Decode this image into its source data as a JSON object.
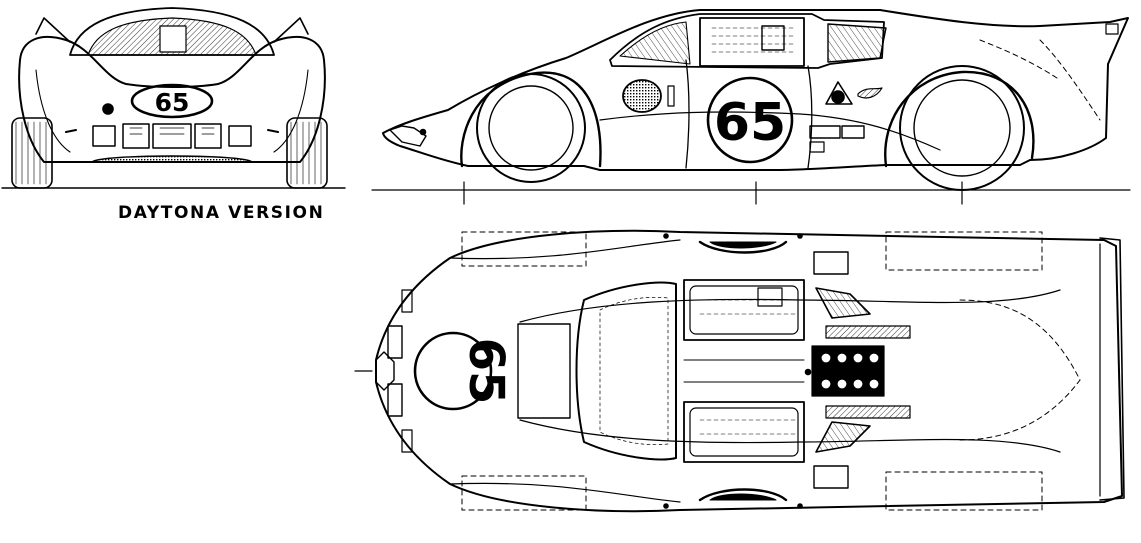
{
  "caption": "DAYTONA VERSION",
  "race_number": "65",
  "views": {
    "front": {
      "number": "65"
    },
    "side": {
      "number": "65"
    },
    "top": {
      "number": "65"
    }
  },
  "colors": {
    "ink": "#000000",
    "paper": "#ffffff"
  },
  "icons": [
    "front-view-drawing",
    "side-view-drawing",
    "top-view-drawing"
  ]
}
